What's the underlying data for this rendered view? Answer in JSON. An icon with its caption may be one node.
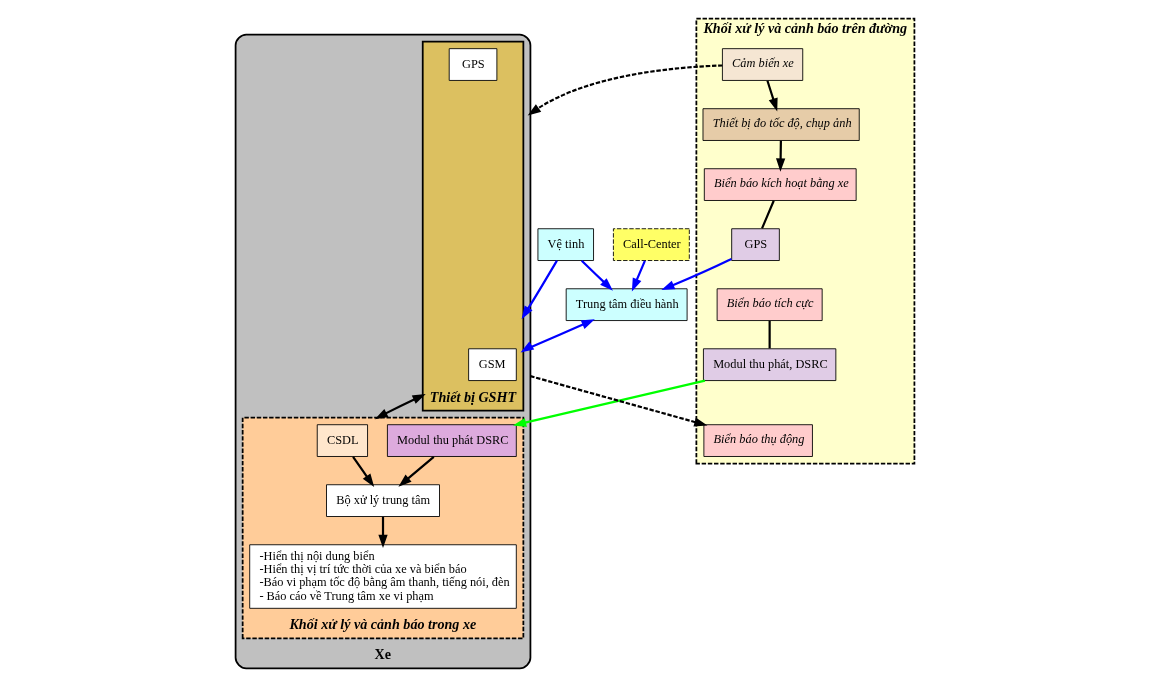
{
  "diagram": {
    "nodes": [
      {
        "text": [
          "Vệ tinh"
        ]
      },
      {
        "text": [
          "Trung tâm điều hành"
        ]
      },
      {
        "text": [
          "Call-Center"
        ]
      },
      {
        "text": [
          "Khối xử lý và cảnh báo trên đường"
        ]
      },
      {
        "text": [
          "Biển báo thụ động"
        ],
        "in": 3
      },
      {
        "text": [
          "Biển báo tích cực"
        ],
        "in": 3
      },
      {
        "text": [
          "Biển báo kích hoạt bằng xe"
        ],
        "in": 3
      },
      {
        "text": [
          "Thiết bị đo tốc độ, chụp ảnh"
        ],
        "in": 3
      },
      {
        "text": [
          "Modul thu phát, DSRC"
        ],
        "in": 3
      },
      {
        "text": [
          "GPS"
        ],
        "in": 3
      },
      {
        "text": [
          "Cảm biến xe"
        ],
        "in": 3
      },
      {
        "text": [
          "Xe"
        ]
      },
      {
        "text": [
          "Thiết bị GSHT"
        ],
        "in": 11
      },
      {
        "text": [
          "GSM"
        ],
        "in": 12
      },
      {
        "text": [
          "GPS"
        ],
        "in": 12
      },
      {
        "text": [
          "Khối xử lý và cảnh báo trong xe"
        ],
        "in": 11
      },
      {
        "text": [
          "CSDL"
        ],
        "in": 15
      },
      {
        "text": [
          "Modul thu phát DSRC"
        ],
        "in": 15
      },
      {
        "text": [
          "Bộ xử lý trung tâm"
        ],
        "in": 15
      },
      {
        "text": [
          "-Hiển thị nội dung biển",
          "-Hiển thị vị trí tức thời của xe và biển báo",
          "-Báo vi phạm tốc độ bằng âm thanh, tiếng nói, đèn",
          "- Báo cáo về Trung tâm xe vi phạm"
        ],
        "in": 15
      }
    ],
    "edges": [
      {
        "from": 0,
        "to": 12,
        "arrow": "to",
        "color": "#0000ff"
      },
      {
        "from": 0,
        "to": 1,
        "arrow": "to",
        "color": "#0000ff"
      },
      {
        "from": 9,
        "to": 1,
        "arrow": "to",
        "color": "#0000ff"
      },
      {
        "from": 2,
        "to": 1,
        "arrow": "to",
        "color": "#0000ff"
      },
      {
        "from": 1,
        "to": 12,
        "arrow": "both",
        "color": "#0000ff"
      },
      {
        "from": 11,
        "to": 4,
        "arrow": "to",
        "style": "dashed"
      },
      {
        "from": 5,
        "to": 8,
        "arrow": "none"
      },
      {
        "from": 6,
        "to": 9,
        "arrow": "none"
      },
      {
        "from": 7,
        "to": 6,
        "arrow": "to"
      },
      {
        "from": 10,
        "to": 7,
        "arrow": "to"
      },
      {
        "from": 10,
        "to": 11,
        "arrow": "to",
        "style": "dashed"
      },
      {
        "from": 8,
        "to": 17,
        "arrow": "to",
        "color": "#00ff00"
      },
      {
        "from": 16,
        "to": 18,
        "arrow": "to"
      },
      {
        "from": 17,
        "to": 18,
        "arrow": "to"
      },
      {
        "from": 18,
        "to": 19,
        "arrow": "to"
      },
      {
        "from": 12,
        "to": 15,
        "arrow": "both"
      }
    ]
  }
}
